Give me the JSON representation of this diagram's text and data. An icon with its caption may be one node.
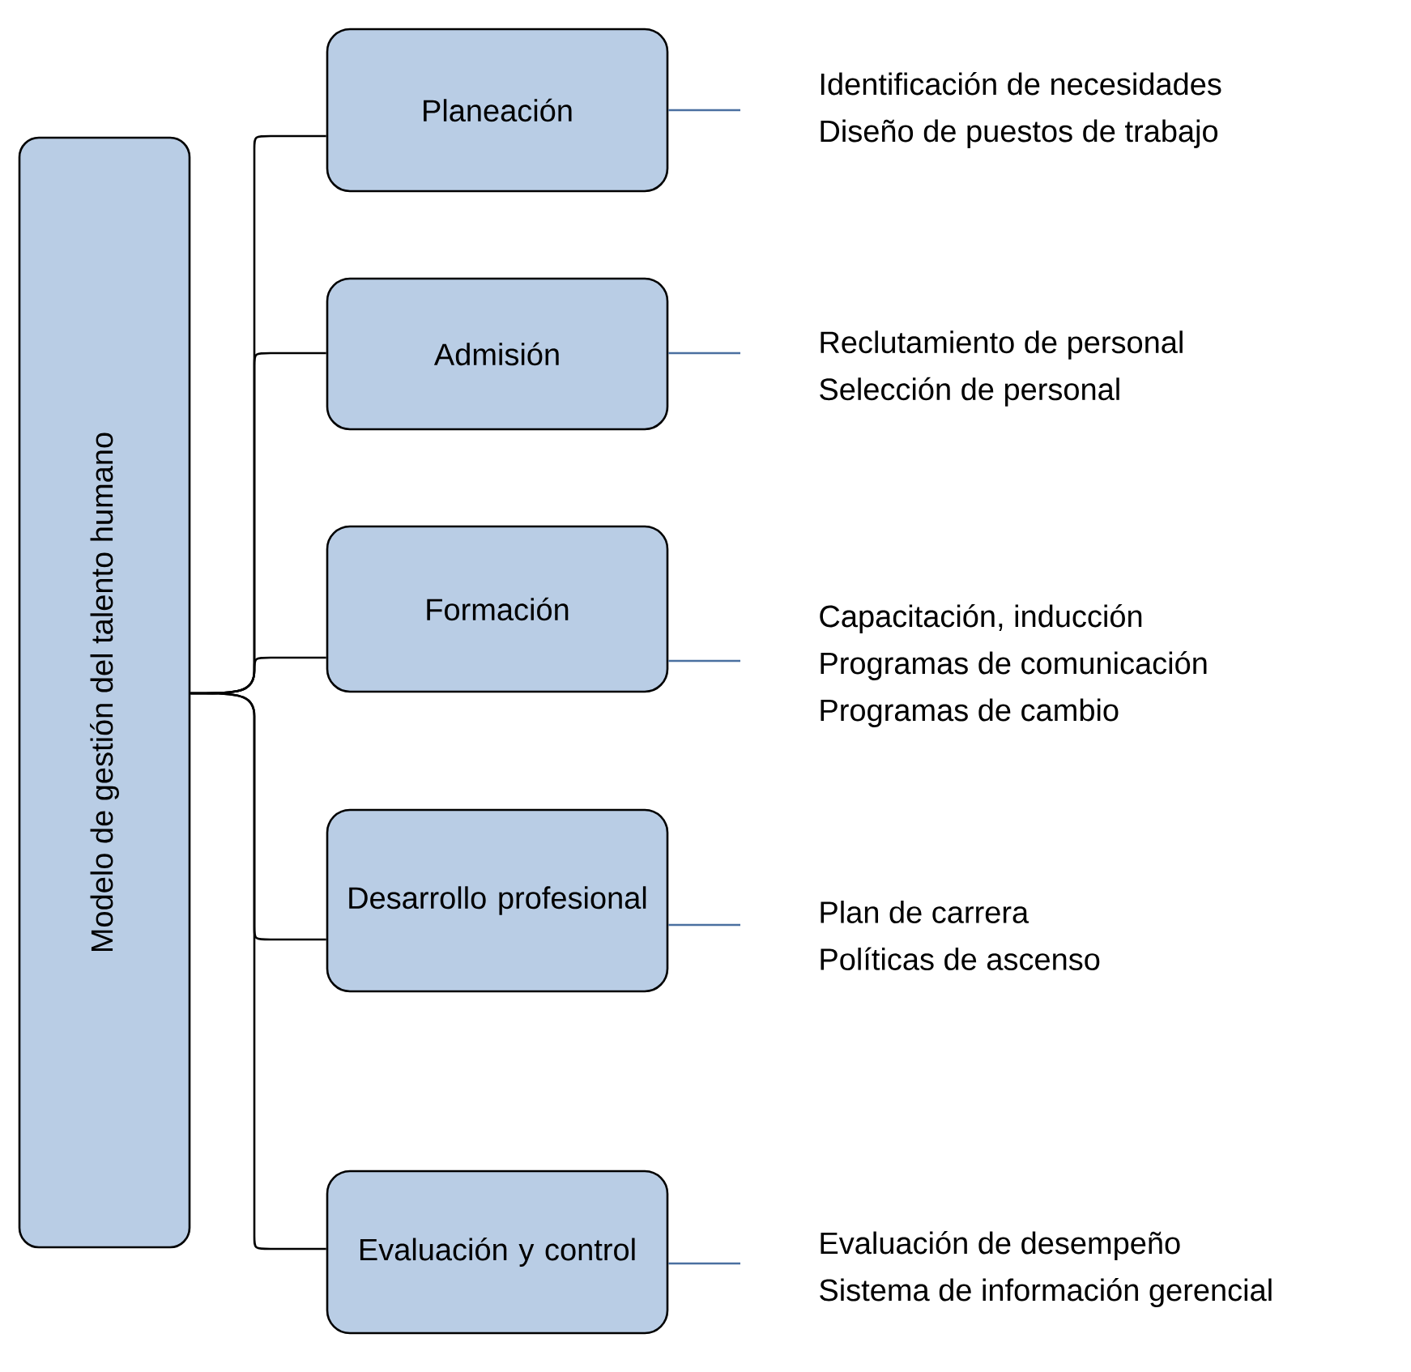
{
  "diagram": {
    "nodes": [
      {
        "text": [
          "Modelo de gestión del talento humano"
        ]
      },
      {
        "text": [
          "Planeación"
        ]
      },
      {
        "text": [
          "Admisión"
        ]
      },
      {
        "text": [
          "Formación"
        ]
      },
      {
        "text": [
          "Desarrollo profesional"
        ]
      },
      {
        "text": [
          "Evaluación y control"
        ]
      },
      {
        "text": [
          "Identificación de necesidades",
          "Diseño de puestos de trabajo"
        ]
      },
      {
        "text": [
          "Reclutamiento de personal",
          "Selección de personal"
        ]
      },
      {
        "text": [
          "Capacitación, inducción",
          "Programas de comunicación",
          "Programas de cambio"
        ]
      },
      {
        "text": [
          "Plan de carrera",
          "Políticas de ascenso"
        ]
      },
      {
        "text": [
          "Evaluación de desempeño",
          "Sistema de información gerencial"
        ]
      }
    ],
    "edges": [
      {
        "from": 0,
        "to": 1,
        "arrow": "none"
      },
      {
        "from": 0,
        "to": 2,
        "arrow": "none"
      },
      {
        "from": 0,
        "to": 3,
        "arrow": "none"
      },
      {
        "from": 0,
        "to": 4,
        "arrow": "none"
      },
      {
        "from": 0,
        "to": 5,
        "arrow": "none"
      },
      {
        "from": 1,
        "to": 6,
        "arrow": "none",
        "color": "#4a6fa0"
      },
      {
        "from": 2,
        "to": 7,
        "arrow": "none",
        "color": "#4a6fa0"
      },
      {
        "from": 3,
        "to": 8,
        "arrow": "none",
        "color": "#4a6fa0"
      },
      {
        "from": 4,
        "to": 9,
        "arrow": "none",
        "color": "#4a6fa0"
      },
      {
        "from": 5,
        "to": 10,
        "arrow": "none",
        "color": "#4a6fa0"
      }
    ]
  }
}
